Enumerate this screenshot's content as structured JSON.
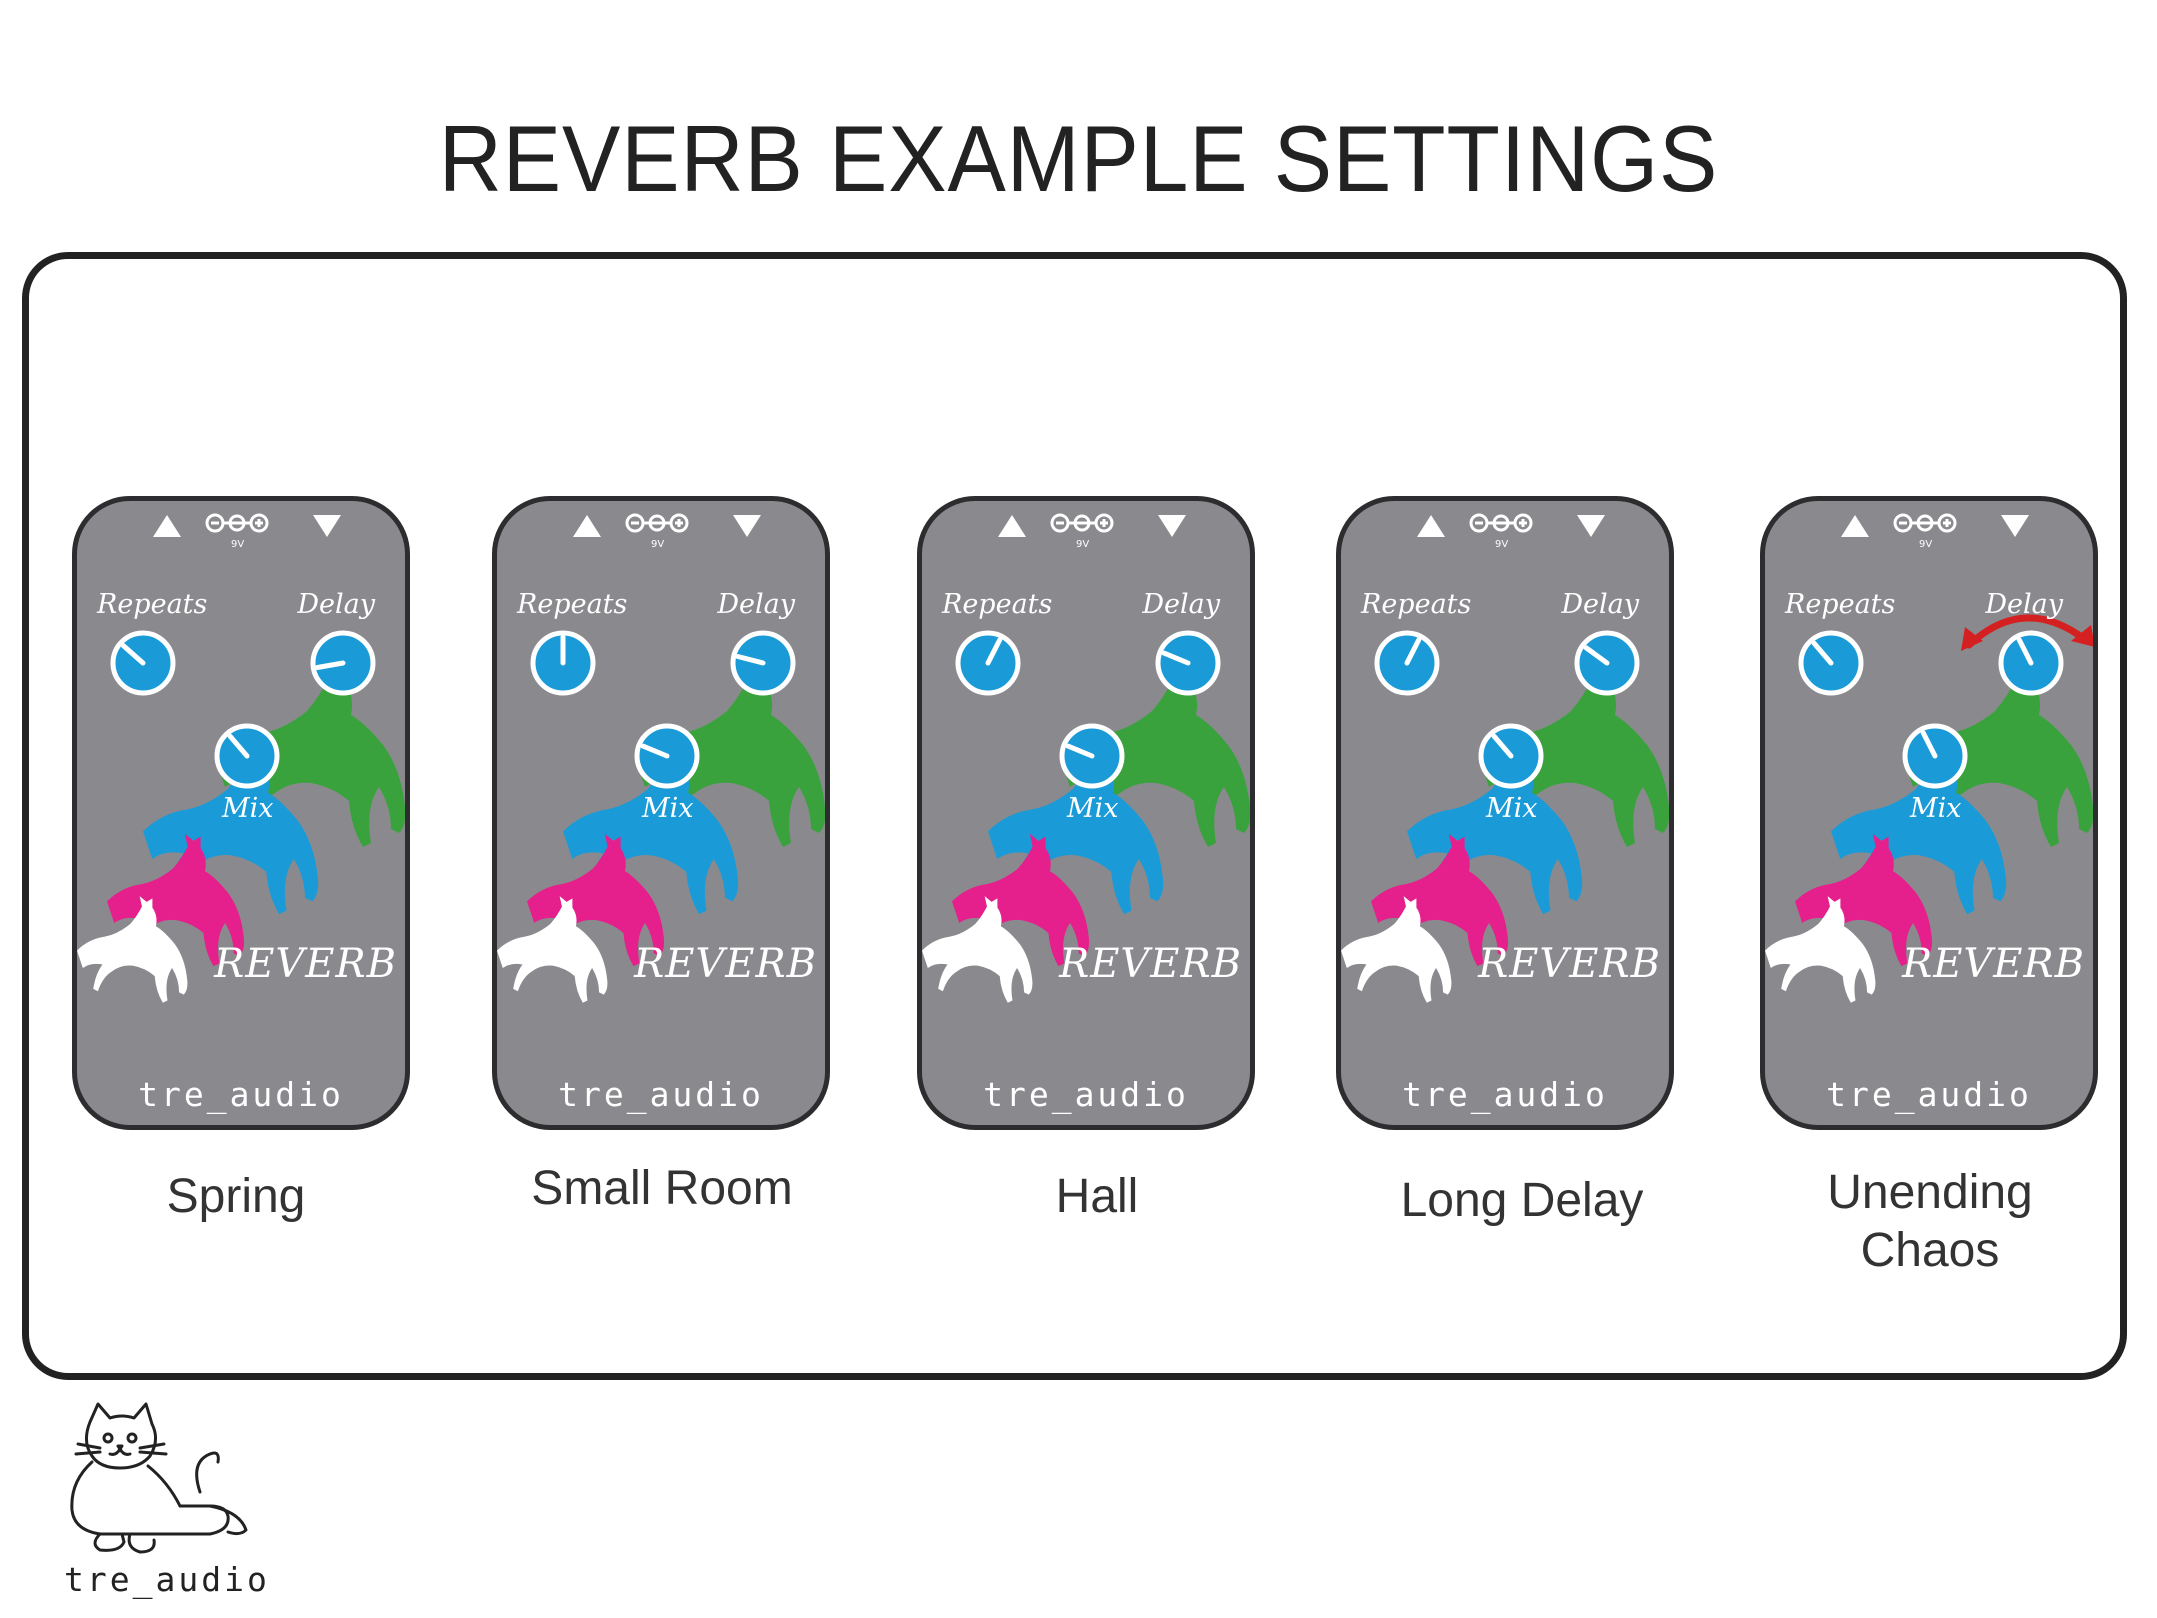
{
  "title": "REVERB EXAMPLE SETTINGS",
  "colors": {
    "pedal_body": "#8a8a8e",
    "knob": "#1a9bd7",
    "cat_green": "#3aa23c",
    "cat_blue": "#1a9bd7",
    "cat_pink": "#e51f8c",
    "cat_white": "#ffffff",
    "arrow": "#d42020"
  },
  "icons": [
    "input-arrow-icon",
    "power-jack-icon",
    "output-arrow-icon",
    "cat-silhouette-icon",
    "double-arrow-icon",
    "cat-logo-icon"
  ],
  "pedal": {
    "repeats_label": "Repeats",
    "delay_label": "Delay",
    "mix_label": "Mix",
    "name": "REVERB",
    "brand": "tre_audio",
    "power_label": "9V"
  },
  "presets": [
    {
      "caption": "Spring",
      "knobs": {
        "repeats": 0.32,
        "delay": 0.13,
        "mix": 0.35
      },
      "delay_arrow": false
    },
    {
      "caption": "Small Room",
      "knobs": {
        "repeats": 0.5,
        "delay": 0.22,
        "mix": 0.25
      },
      "delay_arrow": false
    },
    {
      "caption": "Hall",
      "knobs": {
        "repeats": 0.6,
        "delay": 0.25,
        "mix": 0.25
      },
      "delay_arrow": false
    },
    {
      "caption": "Long Delay",
      "knobs": {
        "repeats": 0.6,
        "delay": 0.3,
        "mix": 0.35
      },
      "delay_arrow": false
    },
    {
      "caption": "Unending\nChaos",
      "knobs": {
        "repeats": 0.35,
        "delay": 0.4,
        "mix": 0.4
      },
      "delay_arrow": true
    }
  ],
  "logo": {
    "text": "tre_audio"
  }
}
